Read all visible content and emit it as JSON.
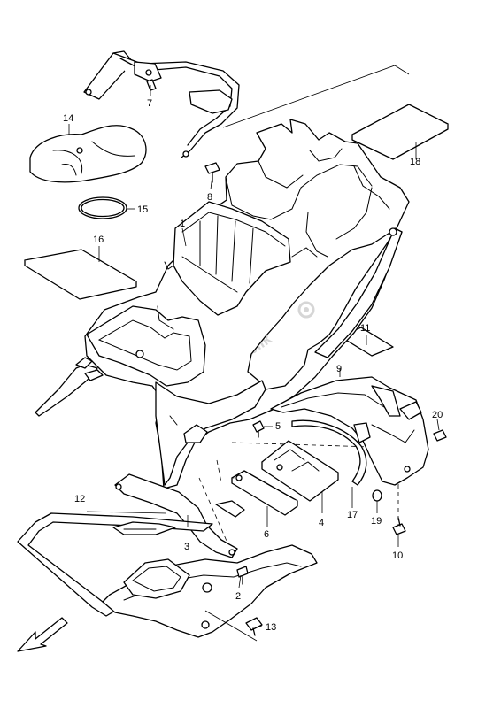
{
  "diagram": {
    "watermark": "PartsRepublik",
    "callouts": [
      {
        "id": "c1",
        "text": "1"
      },
      {
        "id": "c2",
        "text": "2"
      },
      {
        "id": "c3",
        "text": "3"
      },
      {
        "id": "c4",
        "text": "4"
      },
      {
        "id": "c5",
        "text": "5"
      },
      {
        "id": "c6",
        "text": "6"
      },
      {
        "id": "c7",
        "text": "7"
      },
      {
        "id": "c8",
        "text": "8"
      },
      {
        "id": "c9",
        "text": "9"
      },
      {
        "id": "c10",
        "text": "10"
      },
      {
        "id": "c11",
        "text": "11"
      },
      {
        "id": "c12",
        "text": "12"
      },
      {
        "id": "c13",
        "text": "13"
      },
      {
        "id": "c14",
        "text": "14"
      },
      {
        "id": "c15",
        "text": "15"
      },
      {
        "id": "c16",
        "text": "16"
      },
      {
        "id": "c17",
        "text": "17"
      },
      {
        "id": "c18",
        "text": "18"
      },
      {
        "id": "c19",
        "text": "19"
      },
      {
        "id": "c20",
        "text": "20"
      }
    ],
    "icons": {
      "direction_arrow": "front-direction-arrow-icon",
      "watermark_logo": "gear-logo-icon"
    }
  }
}
